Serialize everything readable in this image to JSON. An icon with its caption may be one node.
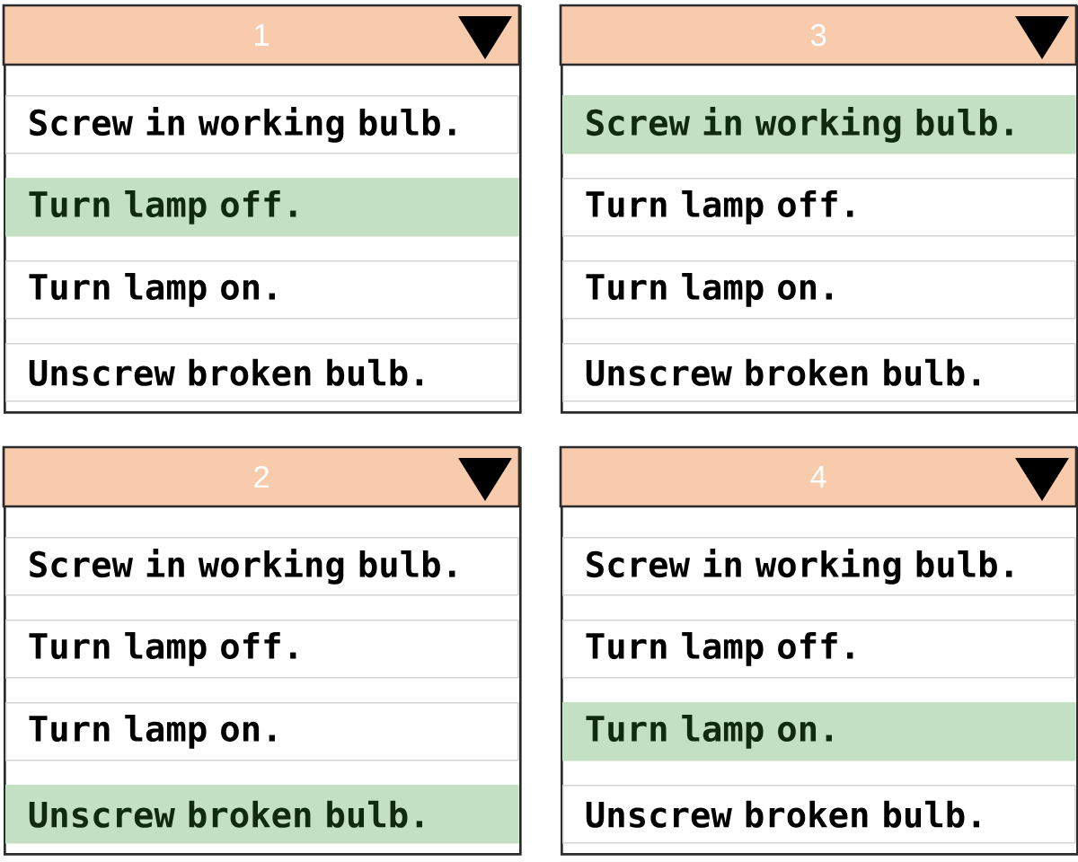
{
  "diagram": {
    "nodes": [
      {
        "text": [
          "1"
        ]
      },
      {
        "text": [
          "Screw in working bulb."
        ],
        "in": 0
      },
      {
        "text": [
          "Turn lamp off."
        ],
        "in": 0
      },
      {
        "text": [
          "Turn lamp on."
        ],
        "in": 0
      },
      {
        "text": [
          "Unscrew broken bulb."
        ],
        "in": 0
      },
      {
        "text": [
          "3"
        ]
      },
      {
        "text": [
          "Screw in working bulb."
        ],
        "in": 5
      },
      {
        "text": [
          "Turn lamp off."
        ],
        "in": 5
      },
      {
        "text": [
          "Turn lamp on."
        ],
        "in": 5
      },
      {
        "text": [
          "Unscrew broken bulb."
        ],
        "in": 5
      },
      {
        "text": [
          "2"
        ]
      },
      {
        "text": [
          "Screw in working bulb."
        ],
        "in": 10
      },
      {
        "text": [
          "Turn lamp off."
        ],
        "in": 10
      },
      {
        "text": [
          "Turn lamp on."
        ],
        "in": 10
      },
      {
        "text": [
          "Unscrew broken bulb."
        ],
        "in": 10
      },
      {
        "text": [
          "4"
        ]
      },
      {
        "text": [
          "Screw in working bulb."
        ],
        "in": 15
      },
      {
        "text": [
          "Turn lamp off."
        ],
        "in": 15
      },
      {
        "text": [
          "Turn lamp on."
        ],
        "in": 15
      },
      {
        "text": [
          "Unscrew broken bulb."
        ],
        "in": 15
      }
    ]
  }
}
